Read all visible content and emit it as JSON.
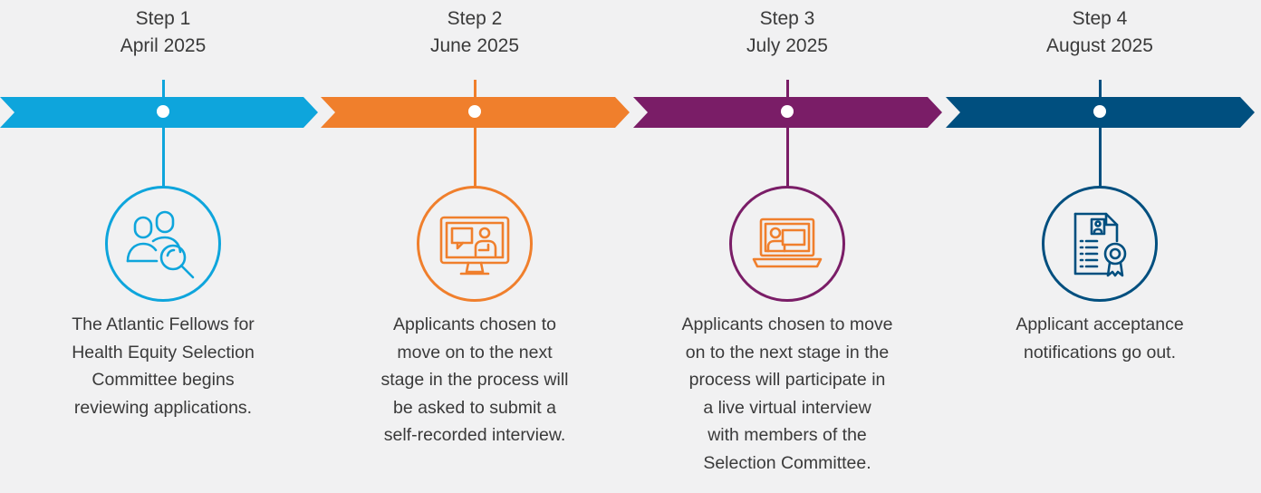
{
  "steps": [
    {
      "step": "Step 1",
      "date": "April 2025",
      "color": "#0ea5dc",
      "icon": "people-search-icon",
      "description": [
        "The Atlantic Fellows for",
        "Health Equity Selection",
        "Committee begins",
        "reviewing applications."
      ]
    },
    {
      "step": "Step 2",
      "date": "June 2025",
      "color": "#f07f2c",
      "icon": "monitor-recording-icon",
      "description": [
        "Applicants chosen to",
        "move on to the next",
        "stage in the process will",
        "be asked to submit a",
        "self-recorded interview."
      ]
    },
    {
      "step": "Step 3",
      "date": "July 2025",
      "color": "#7a1d67",
      "icon": "laptop-video-call-icon",
      "description": [
        "Applicants chosen to move",
        "on to the next stage in the",
        "process will participate in",
        "a live virtual interview",
        "with members of the",
        "Selection Committee."
      ]
    },
    {
      "step": "Step 4",
      "date": "August 2025",
      "color": "#004f7f",
      "icon": "certificate-document-icon",
      "description": [
        "Applicant acceptance",
        "notifications go out."
      ]
    }
  ]
}
